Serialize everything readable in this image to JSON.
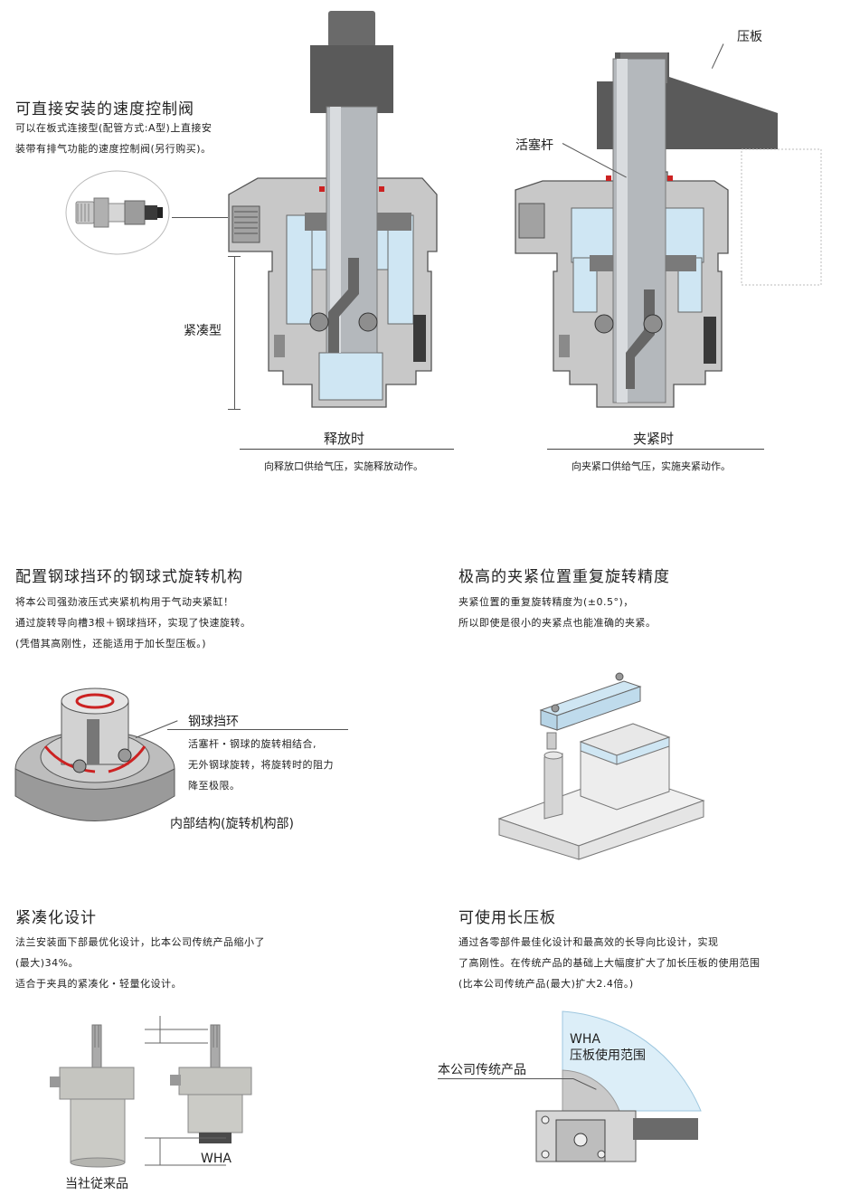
{
  "section1": {
    "title": "可直接安装的速度控制阀",
    "text": [
      "可以在板式连接型(配管方式:A型)上直接安",
      "装带有排气功能的速度控制阀(另行购买)。"
    ],
    "label_compact": "紧凑型",
    "label_clamp_arm": "压板",
    "label_piston_rod": "活塞杆",
    "release": {
      "caption": "释放时",
      "note": "向释放口供给气压，实施释放动作。"
    },
    "clamp": {
      "caption": "夹紧时",
      "note": "向夹紧口供给气压，实施夹紧动作。"
    }
  },
  "section2": {
    "title": "配置钢球挡环的钢球式旋转机构",
    "text": [
      "将本公司强劲液压式夹紧机构用于气动夹紧缸！",
      "通过旋转导向槽3根＋钢球挡环，实现了快速旋转。",
      "(凭借其高刚性，还能适用于加长型压板。)"
    ],
    "label_ring": "钢球挡环",
    "ring_desc": [
      "活塞杆・钢球的旋转相结合,",
      "无外钢球旋转，将旋转时的阻力",
      "降至极限。"
    ],
    "caption": "内部结构(旋转机构部)"
  },
  "section3": {
    "title": "极高的夹紧位置重复旋转精度",
    "text": [
      "夹紧位置的重复旋转精度为(±0.5°)，",
      "所以即使是很小的夹紧点也能准确的夹紧。"
    ]
  },
  "section4": {
    "title": "紧凑化设计",
    "text": [
      "法兰安装面下部最优化设计，比本公司传统产品缩小了",
      "(最大)34%。",
      "适合于夹具的紧凑化・轻量化设计。"
    ],
    "label_conventional": "当社従来品",
    "label_wha": "WHA"
  },
  "section5": {
    "title": "可使用长压板",
    "text": [
      "通过各零部件最佳化设计和最高效的长导向比设计，实现",
      "了高刚性。在传统产品的基础上大幅度扩大了加长压板的使用范围",
      "(比本公司传统产品(最大)扩大2.4倍。)"
    ],
    "label_conventional": "本公司传统产品",
    "label_wha_line1": "WHA",
    "label_wha_line2": "压板使用范围"
  },
  "colors": {
    "body_gray": "#c8c8c8",
    "dark_gray": "#5a5a5a",
    "chamber_blue": "#cfe6f3",
    "rod_silver": "#b4b8bc",
    "seal_red": "#cc2222",
    "range_blue": "#dceef8"
  }
}
